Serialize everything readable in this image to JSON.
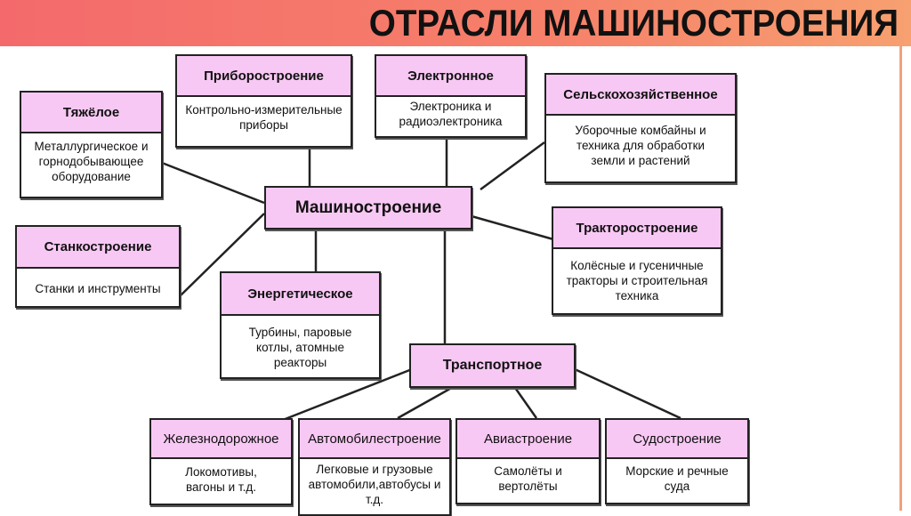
{
  "title": "ОТРАСЛИ МАШИНОСТРОЕНИЯ",
  "center": "Машиностроение",
  "transport": "Транспортное",
  "branches": {
    "heavy": {
      "name": "Тяжёлое",
      "desc": "Металлургическое и горнодобывающее оборудование"
    },
    "instrument": {
      "name": "Приборостроение",
      "desc": "Контрольно-измерительные приборы"
    },
    "electronic": {
      "name": "Электронное",
      "desc": "Электроника и радиоэлектроника"
    },
    "agricultural": {
      "name": "Сельскохозяйственное",
      "desc": "Уборочные комбайны и техника для обработки земли и растений"
    },
    "machine_tool": {
      "name": "Станкостроение",
      "desc": "Станки и инструменты"
    },
    "tractor": {
      "name": "Тракторостроение",
      "desc": "Колёсные и гусеничные тракторы и строительная техника"
    },
    "energy": {
      "name": "Энергетическое",
      "desc": "Турбины, паровые котлы, атомные реакторы"
    }
  },
  "transport_branches": {
    "rail": {
      "name": "Железнодорожное",
      "desc": "Локомотивы, вагоны и т.д."
    },
    "auto": {
      "name": "Автомобилестроение",
      "desc": "Легковые и грузовые автомобили,автобусы и т.д."
    },
    "aviation": {
      "name": "Авиастроение",
      "desc": "Самолёты и вертолёты"
    },
    "ship": {
      "name": "Судостроение",
      "desc": "Морские и речные суда"
    }
  }
}
